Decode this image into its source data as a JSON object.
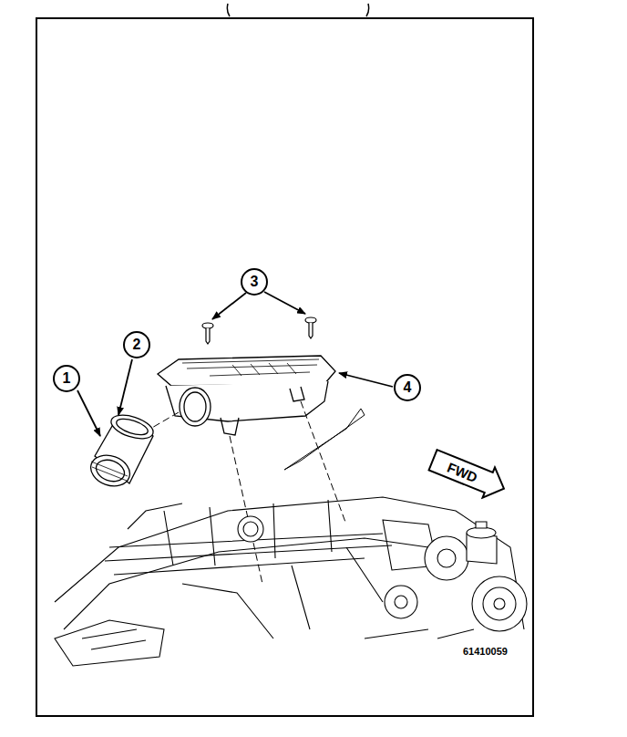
{
  "diagram": {
    "nodes": [
      {
        "text": [
          "3"
        ]
      },
      {
        "text": [
          "2"
        ]
      },
      {
        "text": [
          "1"
        ]
      },
      {
        "text": [
          "4"
        ]
      },
      {
        "text": [
          "FWD"
        ]
      }
    ],
    "labels": [
      "61410059"
    ]
  }
}
